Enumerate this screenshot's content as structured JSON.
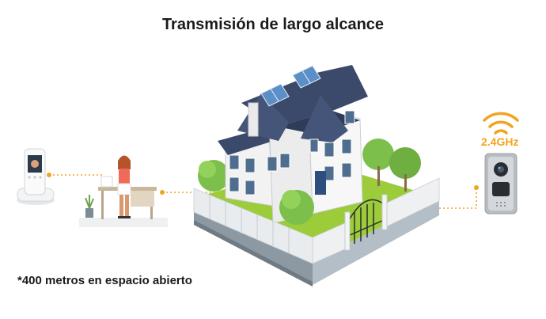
{
  "title": "Transmisión de largo alcance",
  "footnote": "*400 metros en espacio abierto",
  "doorbell": {
    "band_label": "2.4GHz",
    "icon": "wifi-signal-icon"
  },
  "colors": {
    "signal_line": "#f2a31f",
    "roof": "#3b4a6b",
    "wall": "#f2f2f2",
    "grass": "#9ccc3a",
    "tree": "#7cbf4a"
  }
}
